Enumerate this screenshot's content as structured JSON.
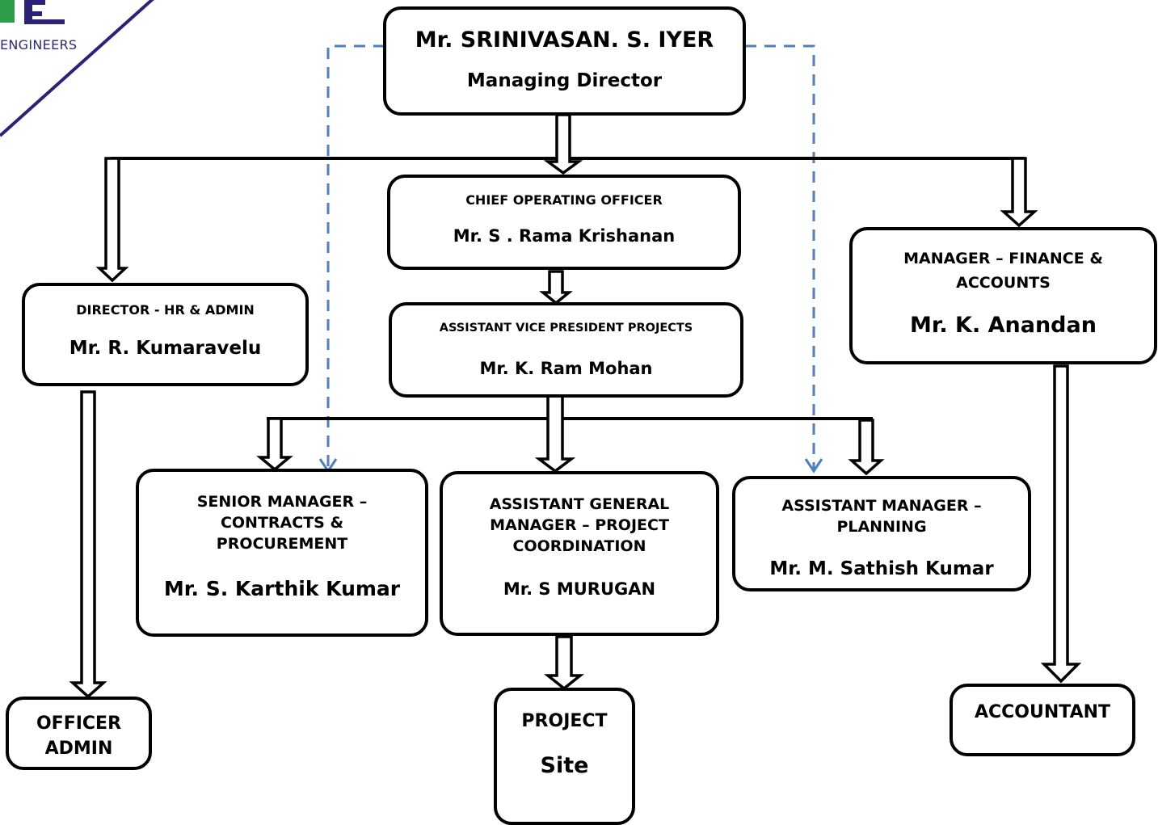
{
  "logo": {
    "text": "ENGINEERS",
    "accent_color": "#2e9d4a",
    "brand_color": "#2a2378"
  },
  "connector_colors": {
    "solid": "#000000",
    "dashed": "#4f7fbf"
  },
  "nodes": {
    "md": {
      "name": "Mr. SRINIVASAN. S. IYER",
      "role": "Managing Director"
    },
    "coo": {
      "role": "CHIEF OPERATING OFFICER",
      "name": "Mr. S . Rama Krishanan"
    },
    "avp": {
      "role": "ASSISTANT VICE PRESIDENT PROJECTS",
      "name": "Mr. K. Ram Mohan"
    },
    "hr": {
      "role": "DIRECTOR - HR & ADMIN",
      "name": "Mr. R. Kumaravelu"
    },
    "fin": {
      "role_line1": "MANAGER – FINANCE &",
      "role_line2": "ACCOUNTS",
      "name": "Mr. K. Anandan"
    },
    "scp": {
      "role_line1": "SENIOR MANAGER –",
      "role_line2": "CONTRACTS &",
      "role_line3": "PROCUREMENT",
      "name": "Mr. S. Karthik Kumar"
    },
    "agm": {
      "role_line1": "ASSISTANT GENERAL",
      "role_line2": "MANAGER – PROJECT",
      "role_line3": "COORDINATION",
      "name": "Mr. S MURUGAN"
    },
    "plan": {
      "role_line1": "ASSISTANT MANAGER –",
      "role_line2": "PLANNING",
      "name": "Mr. M. Sathish Kumar"
    },
    "officer": {
      "line1": "OFFICER",
      "line2": "ADMIN"
    },
    "site": {
      "line1": "PROJECT",
      "line2": "Site"
    },
    "accountant": {
      "label": "ACCOUNTANT"
    }
  }
}
